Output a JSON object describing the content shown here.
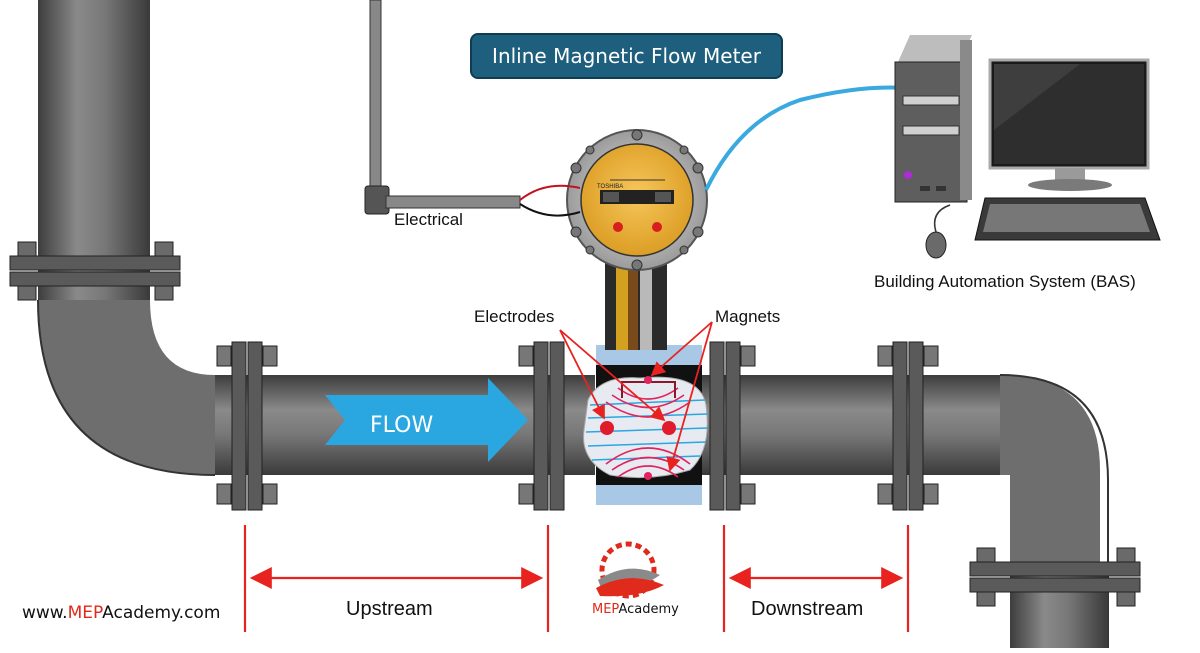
{
  "diagram": {
    "title": "Inline Magnetic Flow Meter",
    "labels": {
      "electrical": "Electrical",
      "bas": "Building Automation System (BAS)",
      "electrodes": "Electrodes",
      "magnets": "Magnets",
      "flow": "FLOW",
      "upstream": "Upstream",
      "downstream": "Downstream"
    },
    "website": {
      "prefix": "www.",
      "accent": "MEP",
      "suffix": "Academy.com"
    },
    "logo": {
      "accent": "MEP",
      "suffix": "Academy"
    },
    "meter_faceplate": "TOSHIBA",
    "colors": {
      "pipe": "#6b6b6b",
      "title_box": "#1f5f7e",
      "flow_arrow": "#2aa7e0",
      "dimension_lines": "#e8231f",
      "cable": "#3aa9e0",
      "meter_face": "#f0b43a"
    }
  }
}
